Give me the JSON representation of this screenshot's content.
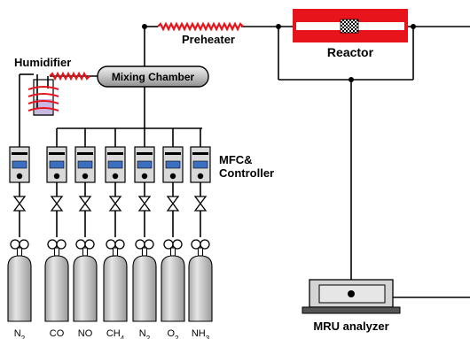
{
  "labels": {
    "humidifier": "Humidifier",
    "mixing_chamber": "Mixing Chamber",
    "preheater": "Preheater",
    "reactor": "Reactor",
    "mfc_line1": "MFC&",
    "mfc_line2": "Controller",
    "analyzer": "MRU analyzer"
  },
  "gases": [
    {
      "base": "N",
      "sub": "2"
    },
    {
      "base": "CO",
      "sub": ""
    },
    {
      "base": "NO",
      "sub": ""
    },
    {
      "base": "CH",
      "sub": "4"
    },
    {
      "base": "N",
      "sub": "2"
    },
    {
      "base": "O",
      "sub": "2"
    },
    {
      "base": "NH",
      "sub": "3"
    }
  ],
  "colors": {
    "heater_red": "#e8141c",
    "mfc_screen": "#3d6fc0",
    "mfc_body": "#d9d9d9",
    "cylinder": "#c8c8c8",
    "humidifier_liquid": "#c9b8e0"
  }
}
